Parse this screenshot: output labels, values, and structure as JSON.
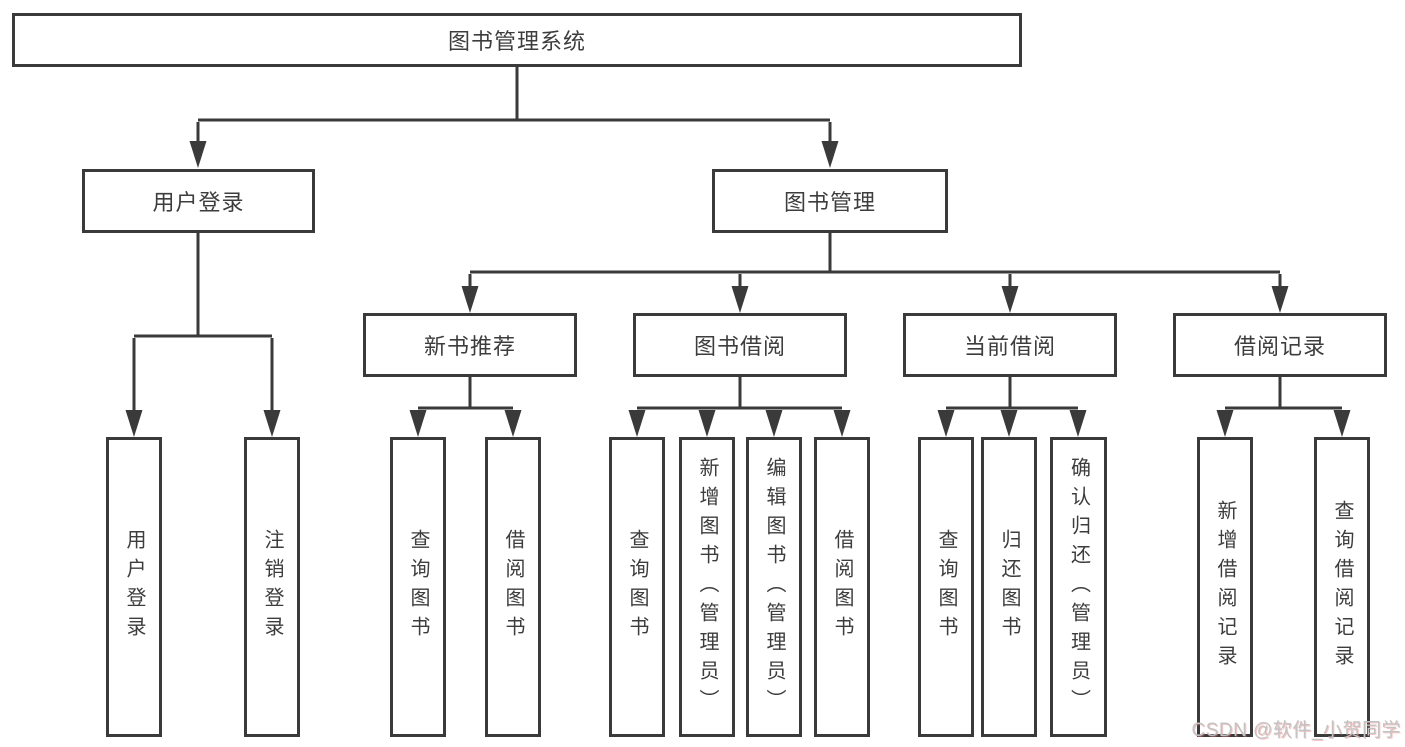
{
  "tree": {
    "root": "图书管理系统",
    "branches": [
      {
        "label": "用户登录",
        "children": [
          "用户登录",
          "注销登录"
        ]
      },
      {
        "label": "图书管理",
        "groups": [
          {
            "label": "新书推荐",
            "children": [
              "查询图书",
              "借阅图书"
            ]
          },
          {
            "label": "图书借阅",
            "children": [
              "查询图书",
              "新增图书（管理员）",
              "编辑图书（管理员）",
              "借阅图书"
            ]
          },
          {
            "label": "当前借阅",
            "children": [
              "查询图书",
              "归还图书",
              "确认归还（管理员）"
            ]
          },
          {
            "label": "借阅记录",
            "children": [
              "新增借阅记录",
              "查询借阅记录"
            ]
          }
        ]
      }
    ]
  },
  "watermark": "CSDN @软件_小贺同学",
  "colors": {
    "line": "#3a3a3a",
    "node_background": "#ffffff",
    "node_text": "#3d3d3d",
    "watermark_text": "#c3c3c3"
  }
}
